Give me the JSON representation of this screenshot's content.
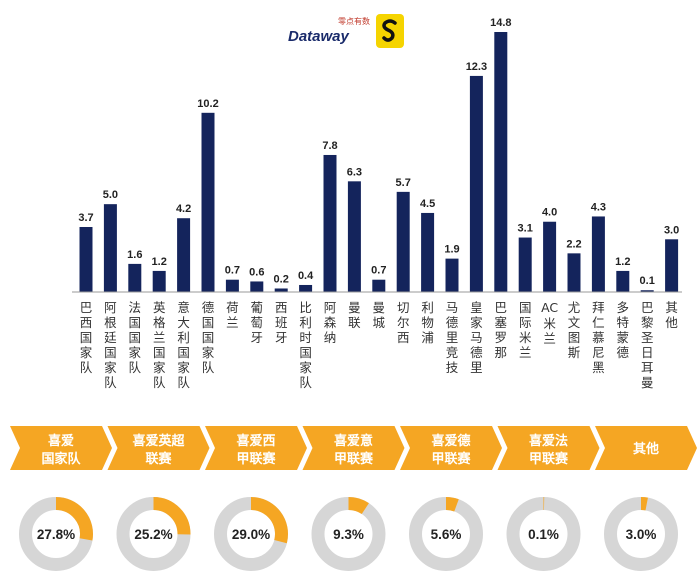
{
  "brand": {
    "logo_text": "Dataway",
    "logo_sub": "零点有数",
    "accent_color": "#f5d400"
  },
  "chart_data": [
    {
      "type": "bar",
      "categories": [
        "巴西国家队",
        "阿根廷国家队",
        "法国国家队",
        "英格兰国家队",
        "意大利国家队",
        "德国国家队",
        "荷兰",
        "葡萄牙",
        "西班牙",
        "比利时国家队",
        "阿森纳",
        "曼联",
        "曼城",
        "切尔西",
        "利物浦",
        "马德里竞技",
        "皇家马德里",
        "巴塞罗那",
        "国际米兰",
        "AC米兰",
        "尤文图斯",
        "拜仁慕尼黑",
        "多特蒙德",
        "巴黎圣日耳曼",
        "其他"
      ],
      "values": [
        3.7,
        5.0,
        1.6,
        1.2,
        4.2,
        10.2,
        0.7,
        0.6,
        0.2,
        0.4,
        7.8,
        6.3,
        0.7,
        5.7,
        4.5,
        1.9,
        12.3,
        14.8,
        3.1,
        4.0,
        2.2,
        4.3,
        1.2,
        0.1,
        3.0
      ],
      "value_labels": [
        "3.7",
        "5.0",
        "1.6",
        "1.2",
        "4.2",
        "10.2",
        "0.7",
        "0.6",
        "0.2",
        "0.4",
        "7.8",
        "6.3",
        "0.7",
        "5.7",
        "4.5",
        "1.9",
        "12.3",
        "14.8",
        "3.1",
        "4.0",
        "2.2",
        "4.3",
        "1.2",
        "0.1",
        "3.0"
      ],
      "ylim": [
        0,
        15
      ],
      "grid": false,
      "bar_color": "#14245c"
    },
    {
      "type": "pie",
      "categories": [
        "喜爱国家队",
        "喜爱英超联赛",
        "喜爱西甲联赛",
        "喜爱意甲联赛",
        "喜爱德甲联赛",
        "喜爱法甲联赛",
        "其他"
      ],
      "label_lines": [
        [
          "喜爱",
          "国家队"
        ],
        [
          "喜爱英超",
          "联赛"
        ],
        [
          "喜爱西",
          "甲联赛"
        ],
        [
          "喜爱意",
          "甲联赛"
        ],
        [
          "喜爱德",
          "甲联赛"
        ],
        [
          "喜爱法",
          "甲联赛"
        ],
        [
          "其他"
        ]
      ],
      "values": [
        27.8,
        25.2,
        29.0,
        9.3,
        5.6,
        0.1,
        3.0
      ],
      "value_labels": [
        "27.8%",
        "25.2%",
        "29.0%",
        "9.3%",
        "5.6%",
        "0.1%",
        "3.0%"
      ],
      "highlight_color": "#f5a623",
      "track_color": "#d6d6d6"
    }
  ]
}
